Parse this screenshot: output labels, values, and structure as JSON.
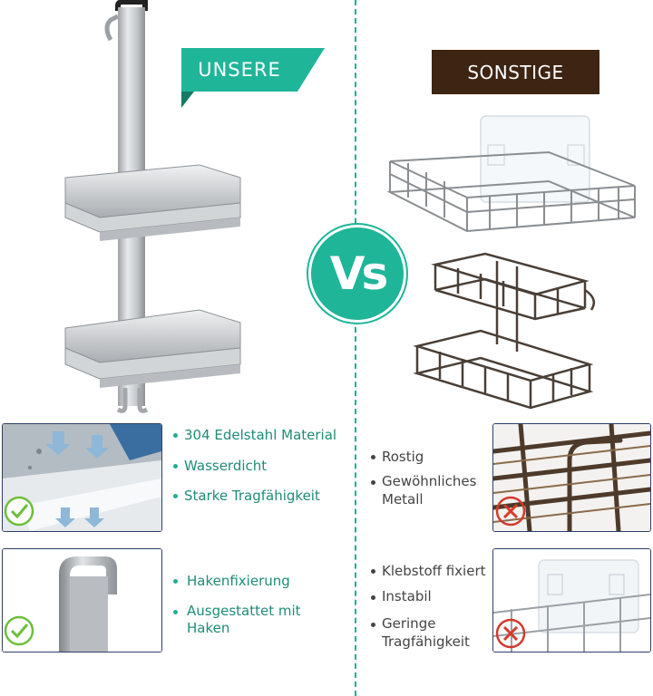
{
  "labels": {
    "ours": "UNSERE",
    "other": "SONSTIGE",
    "vs": "Vs"
  },
  "ours_features_top": [
    "304 Edelstahl Material",
    "Wasserdicht",
    "Starke Tragfähigkeit"
  ],
  "ours_features_bottom": [
    "Hakenfixierung",
    "Ausgestattet mit",
    "Haken"
  ],
  "other_features_top": [
    "Rostig",
    "Gewöhnliches",
    "Metall"
  ],
  "other_features_bottom": [
    "Klebstoff fixiert",
    "Instabil",
    "Geringe",
    "Tragfähigkeit"
  ],
  "colors": {
    "accent": "#1fb598",
    "brown": "#3e2412",
    "panel_border": "#2c3e63",
    "cross_red": "#d33a2c"
  },
  "icons": {
    "check": "check-circle-icon",
    "cross": "cross-circle-icon"
  }
}
